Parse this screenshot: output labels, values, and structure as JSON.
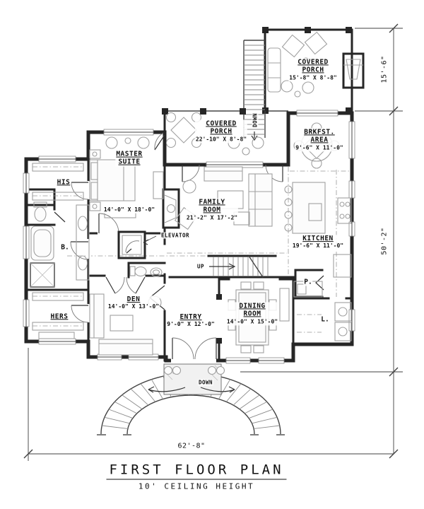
{
  "plan": {
    "title": "FIRST FLOOR PLAN",
    "subtitle": "10' CEILING HEIGHT"
  },
  "rooms": {
    "porch_upper": {
      "line1": "COVERED",
      "line2": "PORCH",
      "dims": "15'-8\" X 8'-8\""
    },
    "porch_main": {
      "line1": "COVERED",
      "line2": "PORCH",
      "dims": "22'-10\" X 8'-8\""
    },
    "brkfst": {
      "line1": "BRKFST.",
      "line2": "AREA",
      "dims": "9'-6\" X 11'-0\""
    },
    "master": {
      "line1": "MASTER",
      "line2": "SUITE",
      "dims": "14'-0\" X 18'-0\""
    },
    "family": {
      "line1": "FAMILY",
      "line2": "ROOM",
      "dims": "21'-2\" X 17'-2\""
    },
    "kitchen": {
      "line1": "KITCHEN",
      "dims": "19'-6\" X 11'-0\""
    },
    "den": {
      "line1": "DEN",
      "dims": "14'-0\" X 13'-0\""
    },
    "entry": {
      "line1": "ENTRY",
      "dims": "9'-0\" X 12'-0\""
    },
    "dining": {
      "line1": "DINING",
      "line2": "ROOM",
      "dims": "14'-0\" X 15'-0\""
    },
    "his": {
      "line1": "HIS"
    },
    "hers": {
      "line1": "HERS"
    },
    "bath": {
      "line1": "B."
    },
    "pantry": {
      "line1": "P."
    },
    "laundry": {
      "line1": "L."
    }
  },
  "annotations": {
    "elevator": "ELEVATOR",
    "stair_up": "UP",
    "porch_stairs_down": "DOWN",
    "entry_stairs_down": "DOWN"
  },
  "dimensions": {
    "porch_depth": "15'-6\"",
    "house_depth": "50'-2\"",
    "house_width": "62'-8\""
  },
  "colors": {
    "wall": "#262626",
    "furniture": "#a0a0a0",
    "dimension": "#404040",
    "paper": "#ffffff"
  }
}
